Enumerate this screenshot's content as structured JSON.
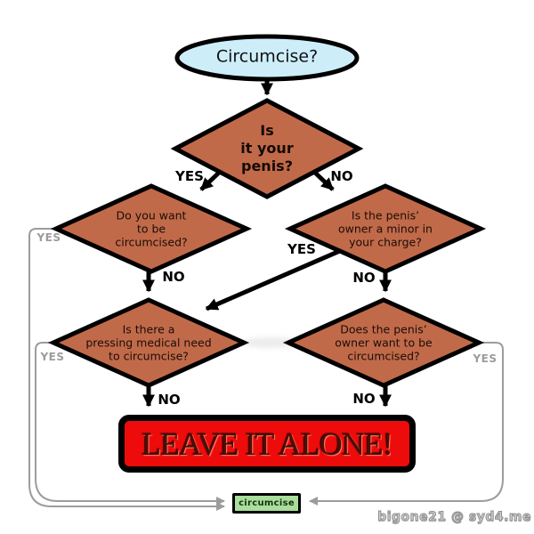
{
  "flowchart": {
    "start": {
      "label": "Circumcise?"
    },
    "nodes": {
      "is_it_your_penis": {
        "label": "Is\nit your\npenis?"
      },
      "do_you_want": {
        "label": "Do you want\nto be\ncircumcised?"
      },
      "minor_in_charge": {
        "label": "Is the penis’\nowner a minor in\nyour charge?"
      },
      "medical_need": {
        "label": "Is there a\npressing medical need\nto circumcise?"
      },
      "owner_want": {
        "label": "Does the penis’\nowner want to be\ncircumcised?"
      },
      "leave_it_alone": {
        "label": "LEAVE IT ALONE!"
      },
      "circumcise": {
        "label": "circumcise"
      }
    },
    "edge_labels": {
      "yes": "YES",
      "no": "NO"
    },
    "edges": [
      {
        "from": "start",
        "to": "is_it_your_penis",
        "label": ""
      },
      {
        "from": "is_it_your_penis",
        "to": "do_you_want",
        "label": "YES"
      },
      {
        "from": "is_it_your_penis",
        "to": "minor_in_charge",
        "label": "NO"
      },
      {
        "from": "do_you_want",
        "to": "circumcise",
        "label": "YES"
      },
      {
        "from": "do_you_want",
        "to": "medical_need",
        "label": "NO"
      },
      {
        "from": "minor_in_charge",
        "to": "medical_need",
        "label": "YES"
      },
      {
        "from": "minor_in_charge",
        "to": "owner_want",
        "label": "NO"
      },
      {
        "from": "medical_need",
        "to": "circumcise",
        "label": "YES"
      },
      {
        "from": "medical_need",
        "to": "leave_it_alone",
        "label": "NO"
      },
      {
        "from": "owner_want",
        "to": "circumcise",
        "label": "YES"
      },
      {
        "from": "owner_want",
        "to": "leave_it_alone",
        "label": "NO"
      }
    ]
  },
  "colors": {
    "node_fill": "#c16a4a",
    "start_fill": "#cdeef9",
    "stop_fill": "#ee0b0b",
    "go_fill": "#aade9b",
    "line_black": "#000000",
    "line_gray": "#9c9c9c"
  },
  "watermark": "bigone21 @ syd4.me"
}
